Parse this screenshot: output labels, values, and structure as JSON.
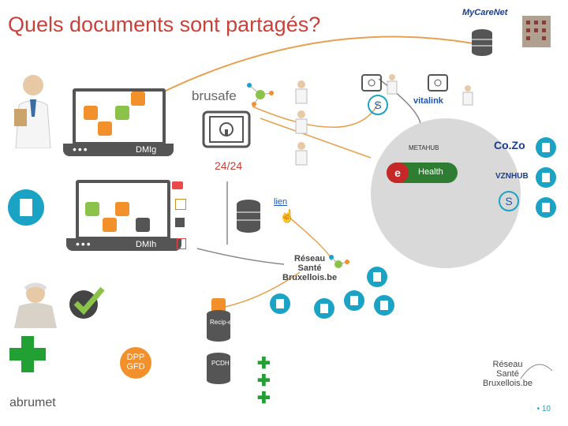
{
  "title": "Quels documents sont partagés?",
  "labels": {
    "brusafe": "brusafe",
    "dmig": "DMIg",
    "dmih": "DMIh",
    "h24": "24/24",
    "metahub": "METAHUB",
    "lien": "lien",
    "reseau_sante_1": "Réseau",
    "reseau_sante_2": "Santé",
    "reseau_sante_3": "Bruxellois.be",
    "recip_e": "Recip-e",
    "pcdh": "PCDH",
    "dpp_1": "DPP",
    "dpp_2": "GFD",
    "mycarenet": "MyCareNet",
    "vitalink": "vitalink",
    "cozo": "Co.Zo",
    "vznhub": "VZNHUB",
    "ehealth_e": "e",
    "ehealth_word": "Health",
    "abrumet": "abrumet",
    "page_number": "10"
  },
  "colors": {
    "title": "#c8423a",
    "hospital": "#1aa3c4",
    "puzzle": "#f2902c",
    "green": "#22a033",
    "orange_line": "#e8a050",
    "grey_line": "#888888"
  }
}
